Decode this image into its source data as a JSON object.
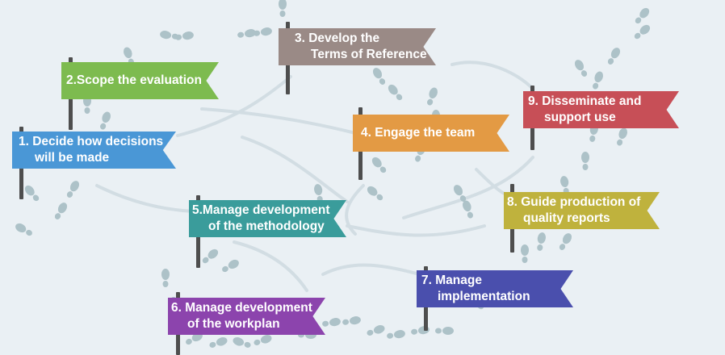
{
  "steps": [
    {
      "lines": [
        "1. Decide how decisions",
        "will be made"
      ],
      "color": "#4a97d6"
    },
    {
      "lines": [
        "2.Scope the evaluation"
      ],
      "color": "#7dbb4f"
    },
    {
      "lines": [
        "3. Develop the",
        "Terms of Reference"
      ],
      "color": "#9a8a86"
    },
    {
      "lines": [
        "4. Engage the team"
      ],
      "color": "#e39a44"
    },
    {
      "lines": [
        "5.Manage development",
        "of the methodology"
      ],
      "color": "#3a9c9b"
    },
    {
      "lines": [
        "6. Manage development",
        "of the workplan"
      ],
      "color": "#8c44ad"
    },
    {
      "lines": [
        "7. Manage",
        "implementation"
      ],
      "color": "#4a4fad"
    },
    {
      "lines": [
        "8. Guide production of",
        "quality reports"
      ],
      "color": "#bfb23d"
    },
    {
      "lines": [
        "9. Disseminate and",
        "support use"
      ],
      "color": "#c74f57"
    }
  ],
  "colors": {
    "background": "#eaf0f4",
    "footprint": "#adc2c8",
    "trail": "#d2dde3",
    "pole": "#4e4e4e"
  }
}
